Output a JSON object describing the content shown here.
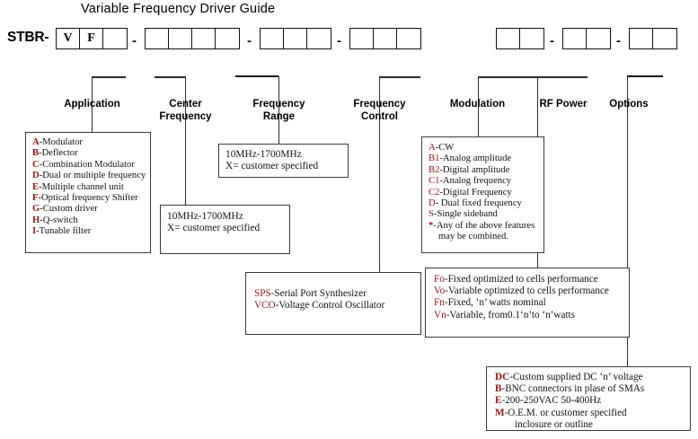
{
  "title": "Variable Frequency Driver Guide",
  "part_number": {
    "prefix": "STBR-",
    "separator": "-",
    "groups": [
      {
        "name": "prefix-group",
        "cells": [
          "V",
          "F",
          ""
        ]
      },
      {
        "name": "center-frequency-group",
        "cells": [
          "",
          "",
          "",
          ""
        ]
      },
      {
        "name": "frequency-range-group",
        "cells": [
          "",
          "",
          ""
        ]
      },
      {
        "name": "frequency-control-group",
        "cells": [
          "",
          "",
          ""
        ]
      },
      {
        "name": "modulation-group",
        "cells": [
          "",
          ""
        ]
      },
      {
        "name": "rf-power-group",
        "cells": [
          "",
          ""
        ]
      },
      {
        "name": "options-group",
        "cells": [
          "",
          ""
        ]
      }
    ]
  },
  "categories": [
    {
      "id": "application",
      "label_line1": "Application",
      "label_line2": ""
    },
    {
      "id": "center-frequency",
      "label_line1": "Center",
      "label_line2": "Frequency"
    },
    {
      "id": "frequency-range",
      "label_line1": "Frequency",
      "label_line2": "Range"
    },
    {
      "id": "frequency-control",
      "label_line1": "Frequency",
      "label_line2": "Control"
    },
    {
      "id": "modulation",
      "label_line1": "Modulation",
      "label_line2": ""
    },
    {
      "id": "rf-power",
      "label_line1": "RF Power",
      "label_line2": ""
    },
    {
      "id": "options",
      "label_line1": "Options",
      "label_line2": ""
    }
  ],
  "application": {
    "items": [
      {
        "key": "A",
        "sep": "-",
        "text": "Modulator"
      },
      {
        "key": "B",
        "sep": "-",
        "text": "Deflector"
      },
      {
        "key": "C",
        "sep": "-",
        "text": "Combination Modulator"
      },
      {
        "key": "D",
        "sep": "-",
        "text": "Dual or multiple frequency"
      },
      {
        "key": "E",
        "sep": "-",
        "text": "Multiple channel unit"
      },
      {
        "key": "F",
        "sep": "-",
        "text": "Optical frequency Shifter"
      },
      {
        "key": "G",
        "sep": "-",
        "text": "Custom driver"
      },
      {
        "key": "H",
        "sep": "-",
        "text": "Q-switch"
      },
      {
        "key": "I",
        "sep": "-",
        "text": "Tunable filter"
      }
    ]
  },
  "center_frequency": {
    "lines": [
      "10MHz-1700MHz",
      "X= customer specified"
    ]
  },
  "frequency_range": {
    "lines": [
      "10MHz-1700MHz",
      "X= customer specified"
    ]
  },
  "frequency_control": {
    "items": [
      {
        "key": "SPS",
        "sep": "-",
        "text": "Serial Port Synthesizer"
      },
      {
        "key": "VCO",
        "sep": "-",
        "text": "Voltage Control Oscillator"
      }
    ]
  },
  "modulation": {
    "items": [
      {
        "key": "A",
        "sep": "-",
        "text": "CW"
      },
      {
        "key": "B1",
        "sep": "-",
        "text": "Analog amplitude"
      },
      {
        "key": "B2",
        "sep": "-",
        "text": "Digital amplitude"
      },
      {
        "key": "C1",
        "sep": "-",
        "text": "Analog frequency"
      },
      {
        "key": "C2",
        "sep": "-",
        "text": "Digital Frequency"
      },
      {
        "key": "D",
        "sep": "- ",
        "text": "Dual fixed frequency"
      },
      {
        "key": "S",
        "sep": "-",
        "text": "Single sideband"
      },
      {
        "key": "*",
        "sep": "-",
        "text": "Any of the above features"
      }
    ],
    "continuation": "may be combined."
  },
  "rf_power": {
    "items": [
      {
        "key": "Fo",
        "sep": "-",
        "text": "Fixed optimized to cells performance"
      },
      {
        "key": "Vo",
        "sep": "-",
        "text": "Variable optimized to cells performance"
      },
      {
        "key": "Fn",
        "sep": "-",
        "text": "Fixed, ‘n’ watts nominal"
      },
      {
        "key": "Vn",
        "sep": "-",
        "text": "Variable, from0.1‘n’to ‘n’watts"
      }
    ]
  },
  "options": {
    "items": [
      {
        "key": "DC",
        "sep": "-",
        "text": "Custom supplied DC ‘n’ voltage"
      },
      {
        "key": "B",
        "sep": "-",
        "text": "BNC connectors in plase of SMAs"
      },
      {
        "key": "E",
        "sep": "-",
        "text": "200-250VAC 50-400Hz"
      },
      {
        "key": "M",
        "sep": "-",
        "text": "O.E.M. or customer specified"
      }
    ],
    "continuation": "inclosure or outline"
  },
  "colors": {
    "key_accent": "#8a1616",
    "line": "#2b2b2b",
    "box_border": "#3a3a3a",
    "text": "#111111",
    "background": "#ffffff"
  }
}
